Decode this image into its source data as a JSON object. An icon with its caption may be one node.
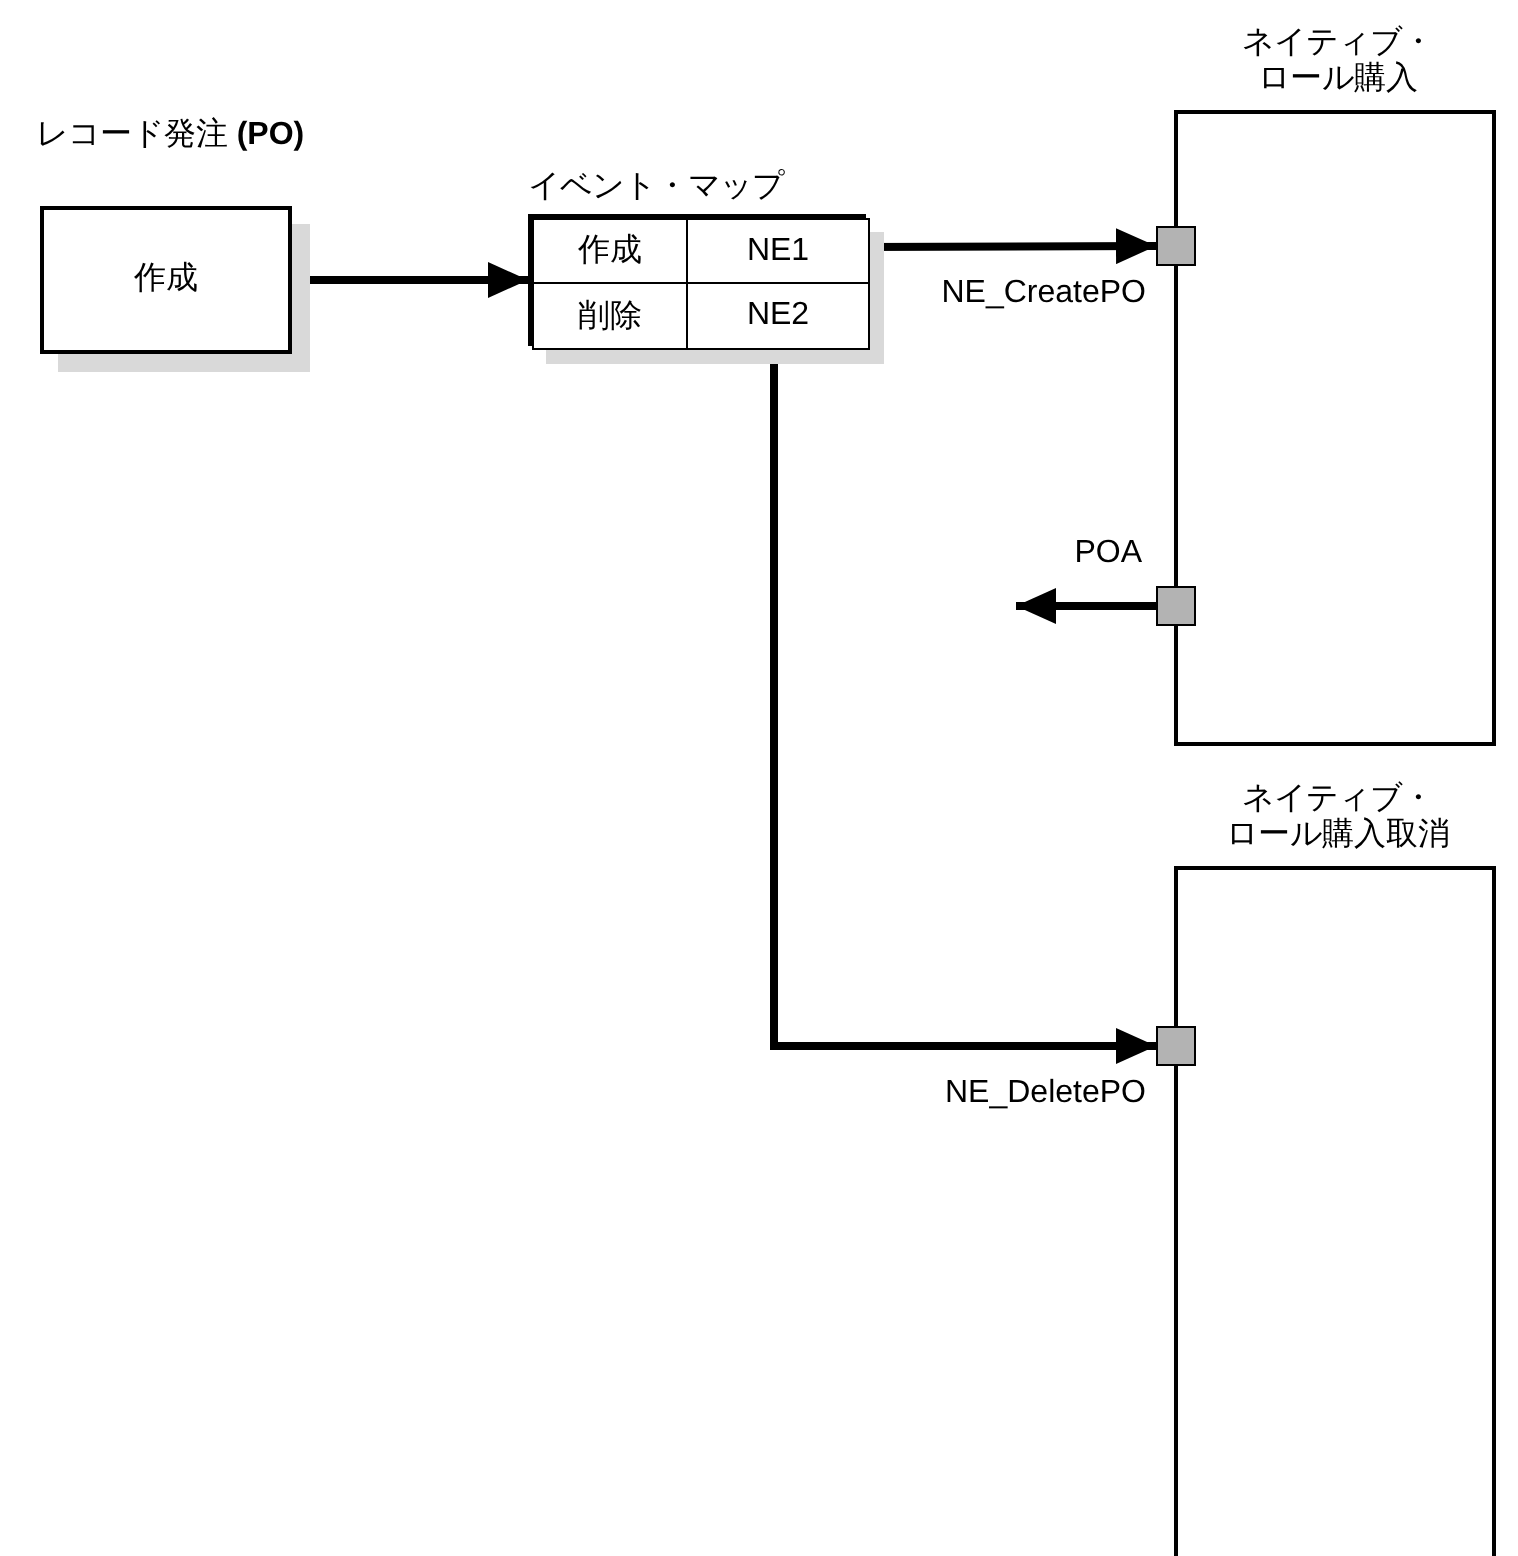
{
  "diagram": {
    "nodes": [
      {
        "text": [
          "レコード発注 **(PO)**",
          "作成"
        ]
      },
      {
        "text": [
          "イベント・マップ"
        ]
      },
      {
        "text": [
          "作成"
        ],
        "in": 1
      },
      {
        "text": [
          "NE1"
        ],
        "in": 1
      },
      {
        "text": [
          "削除"
        ],
        "in": 1
      },
      {
        "text": [
          "NE2"
        ],
        "in": 1
      },
      {
        "text": [
          "ネイティブ・ロール購入"
        ]
      },
      {
        "text": [],
        "shape": "box",
        "beside": [
          "NE_CreatePO"
        ]
      },
      {
        "text": [],
        "shape": "box",
        "beside": [
          "POA"
        ]
      },
      {
        "text": [
          "ネイティブ・ロール購入取消"
        ]
      },
      {
        "text": [],
        "shape": "box",
        "beside": [
          "NE_DeletePO"
        ]
      }
    ],
    "edges": [
      {
        "from": 0,
        "to": 1,
        "arrow": "to"
      },
      {
        "from": 3,
        "to": 7,
        "arrow": "to"
      },
      {
        "from": 8,
        "to": null,
        "arrow": "to"
      },
      {
        "from": 5,
        "to": 10,
        "arrow": "to"
      }
    ]
  }
}
